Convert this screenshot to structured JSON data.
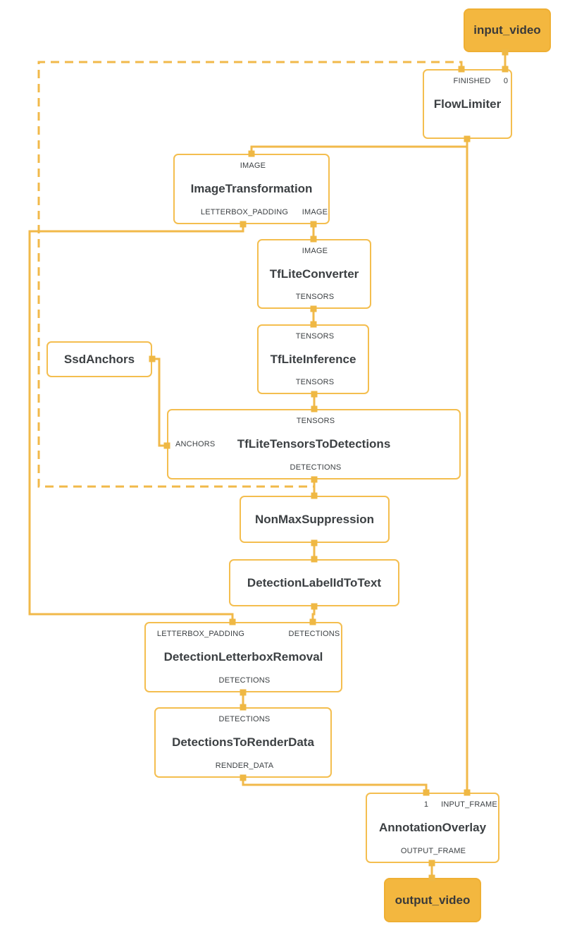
{
  "nodes": {
    "input_video": {
      "label": "input_video"
    },
    "flow_limiter": {
      "label": "FlowLimiter",
      "ports": {
        "finished": "FINISHED",
        "zero": "0"
      }
    },
    "image_transformation": {
      "label": "ImageTransformation",
      "ports": {
        "image_in": "IMAGE",
        "letterbox_padding": "LETTERBOX_PADDING",
        "image_out": "IMAGE"
      }
    },
    "tflite_converter": {
      "label": "TfLiteConverter",
      "ports": {
        "image_in": "IMAGE",
        "tensors_out": "TENSORS"
      }
    },
    "tflite_inference": {
      "label": "TfLiteInference",
      "ports": {
        "tensors_in": "TENSORS",
        "tensors_out": "TENSORS"
      }
    },
    "ssd_anchors": {
      "label": "SsdAnchors"
    },
    "tflite_tensors_to_detections": {
      "label": "TfLiteTensorsToDetections",
      "ports": {
        "tensors_in": "TENSORS",
        "anchors": "ANCHORS",
        "detections_out": "DETECTIONS"
      }
    },
    "non_max_suppression": {
      "label": "NonMaxSuppression"
    },
    "detection_label_id_to_text": {
      "label": "DetectionLabelIdToText"
    },
    "detection_letterbox_removal": {
      "label": "DetectionLetterboxRemoval",
      "ports": {
        "letterbox_padding": "LETTERBOX_PADDING",
        "detections_in": "DETECTIONS",
        "detections_out": "DETECTIONS"
      }
    },
    "detections_to_render_data": {
      "label": "DetectionsToRenderData",
      "ports": {
        "detections_in": "DETECTIONS",
        "render_data_out": "RENDER_DATA"
      }
    },
    "annotation_overlay": {
      "label": "AnnotationOverlay",
      "ports": {
        "one": "1",
        "input_frame": "INPUT_FRAME",
        "output_frame": "OUTPUT_FRAME"
      }
    },
    "output_video": {
      "label": "output_video"
    }
  },
  "colors": {
    "background": "#FFFFFF",
    "node_border": "#F4BE4F",
    "terminal_fill": "#F3B73F",
    "edge": "#F1B94A",
    "port_connector": "#EFB844",
    "title_text": "#3C4043",
    "port_text": "#3C4043"
  }
}
